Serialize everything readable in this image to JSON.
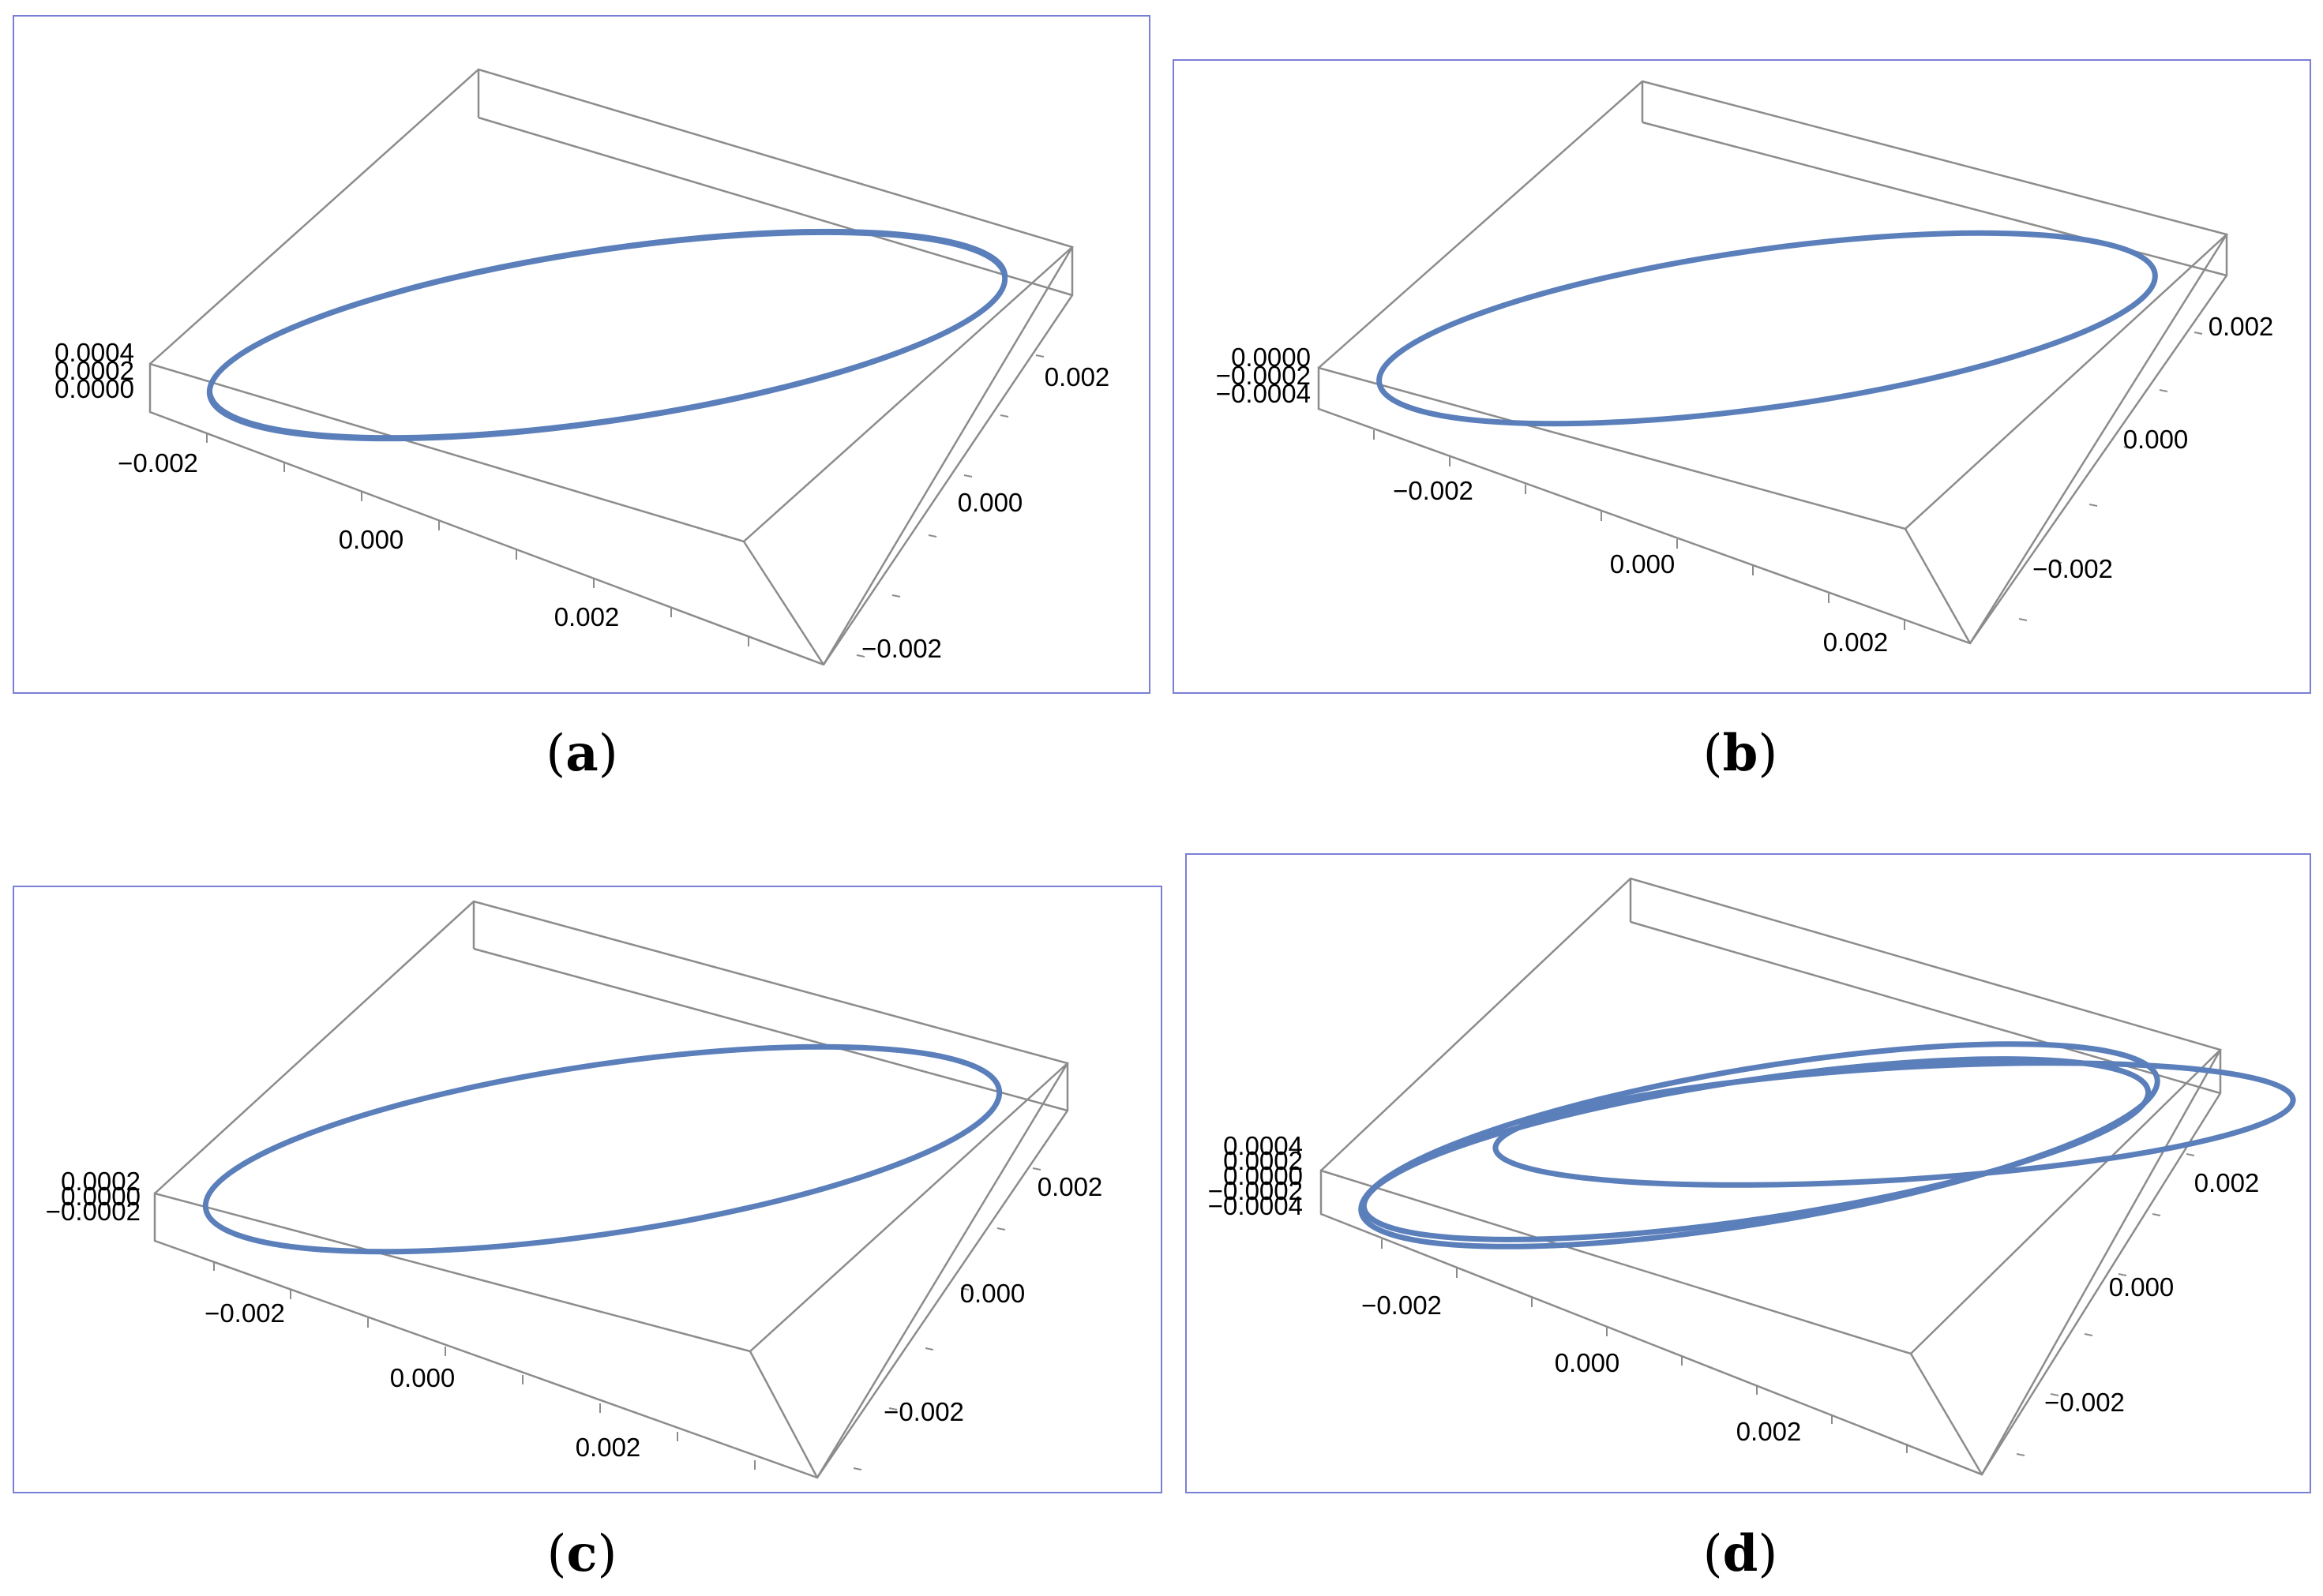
{
  "panels": [
    {
      "id": "a",
      "caption_open": "(",
      "caption_letter": "a",
      "caption_close": ")",
      "x_ticks": [
        "−0.002",
        "0.000",
        "0.002"
      ],
      "y_ticks": [
        "0.002",
        "0.000",
        "−0.002"
      ],
      "z_ticks": [
        "0.0004",
        "0.0002",
        "0.0000"
      ]
    },
    {
      "id": "b",
      "caption_open": "(",
      "caption_letter": "b",
      "caption_close": ")",
      "x_ticks": [
        "−0.002",
        "0.000",
        "0.002"
      ],
      "y_ticks": [
        "0.002",
        "0.000",
        "−0.002"
      ],
      "z_ticks": [
        "0.0000",
        "−0.0002",
        "−0.0004"
      ]
    },
    {
      "id": "c",
      "caption_open": "(",
      "caption_letter": "c",
      "caption_close": ")",
      "x_ticks": [
        "−0.002",
        "0.000",
        "0.002"
      ],
      "y_ticks": [
        "0.002",
        "0.000",
        "−0.002"
      ],
      "z_ticks": [
        "0.0002",
        "0.0000",
        "−0.0002"
      ]
    },
    {
      "id": "d",
      "caption_open": "(",
      "caption_letter": "d",
      "caption_close": ")",
      "x_ticks": [
        "−0.002",
        "0.000",
        "0.002"
      ],
      "y_ticks": [
        "0.002",
        "0.000",
        "−0.002"
      ],
      "z_ticks": [
        "0.0004",
        "0.0002",
        "0.0000",
        "−0.0002",
        "−0.0004"
      ]
    }
  ],
  "chart_data": [
    {
      "type": "line",
      "panel": "a",
      "series": [
        {
          "shape": "closed orbit",
          "x_range": [
            -0.0028,
            0.0028
          ],
          "y_range": [
            -0.0016,
            0.0016
          ],
          "z_range": [
            0.0,
            0.0004
          ]
        }
      ],
      "xlim": [
        -0.003,
        0.003
      ],
      "ylim": [
        -0.003,
        0.003
      ],
      "zlim": [
        0.0,
        0.0004
      ],
      "grid": false,
      "color": "#5b7fba"
    },
    {
      "type": "line",
      "panel": "b",
      "series": [
        {
          "shape": "closed orbit",
          "x_range": [
            -0.0028,
            0.0028
          ],
          "y_range": [
            -0.0016,
            0.0016
          ],
          "z_range": [
            -0.0004,
            0.0
          ]
        }
      ],
      "xlim": [
        -0.003,
        0.003
      ],
      "ylim": [
        -0.003,
        0.003
      ],
      "zlim": [
        -0.0004,
        0.0
      ],
      "grid": false,
      "color": "#5b7fba"
    },
    {
      "type": "line",
      "panel": "c",
      "series": [
        {
          "shape": "closed orbit",
          "x_range": [
            -0.0028,
            0.0028
          ],
          "y_range": [
            -0.0016,
            0.0016
          ],
          "z_range": [
            -0.0002,
            0.0002
          ]
        }
      ],
      "xlim": [
        -0.003,
        0.003
      ],
      "ylim": [
        -0.003,
        0.003
      ],
      "zlim": [
        -0.0002,
        0.0002
      ],
      "grid": false,
      "color": "#5b7fba"
    },
    {
      "type": "line",
      "panel": "d",
      "series": [
        {
          "shape": "multi-loop orbit",
          "loops": 3,
          "x_range": [
            -0.0028,
            0.0028
          ],
          "y_range": [
            -0.0016,
            0.0016
          ],
          "z_range": [
            -0.0004,
            0.0004
          ]
        }
      ],
      "xlim": [
        -0.003,
        0.003
      ],
      "ylim": [
        -0.003,
        0.003
      ],
      "zlim": [
        -0.0004,
        0.0004
      ],
      "grid": false,
      "color": "#5b7fba"
    }
  ]
}
